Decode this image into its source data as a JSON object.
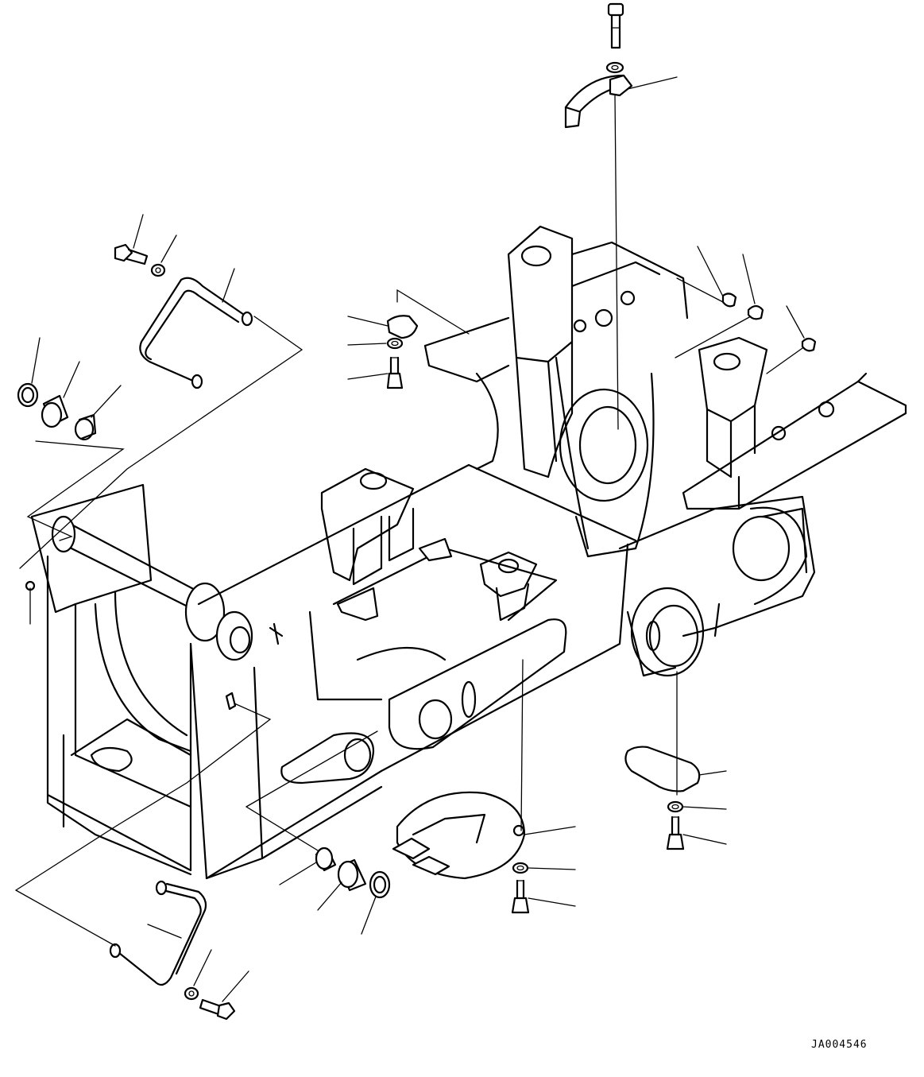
{
  "drawing": {
    "code": "JA004546",
    "background": "#ffffff",
    "line_color": "#000000"
  },
  "parts": [
    {
      "name": "main-frame"
    },
    {
      "name": "top-bolt"
    },
    {
      "name": "top-washer"
    },
    {
      "name": "top-bracket"
    },
    {
      "name": "upper-left-bolt"
    },
    {
      "name": "upper-left-washer"
    },
    {
      "name": "upper-left-bent-pipe"
    },
    {
      "name": "upper-left-snap-ring"
    },
    {
      "name": "upper-left-bushing"
    },
    {
      "name": "upper-left-small-bushing"
    },
    {
      "name": "cover-plate-small"
    },
    {
      "name": "washer-mid"
    },
    {
      "name": "bolt-mid"
    },
    {
      "name": "grease-fitting-1"
    },
    {
      "name": "grease-fitting-2"
    },
    {
      "name": "grease-fitting-3"
    },
    {
      "name": "right-oval-cover"
    },
    {
      "name": "right-washer"
    },
    {
      "name": "right-bolt"
    },
    {
      "name": "bottom-round-cover"
    },
    {
      "name": "bottom-washer"
    },
    {
      "name": "bottom-bolt"
    },
    {
      "name": "lower-small-bushing"
    },
    {
      "name": "lower-bushing"
    },
    {
      "name": "lower-snap-ring"
    },
    {
      "name": "lower-left-bent-pipe"
    },
    {
      "name": "lower-left-washer"
    },
    {
      "name": "lower-left-bolt"
    }
  ]
}
